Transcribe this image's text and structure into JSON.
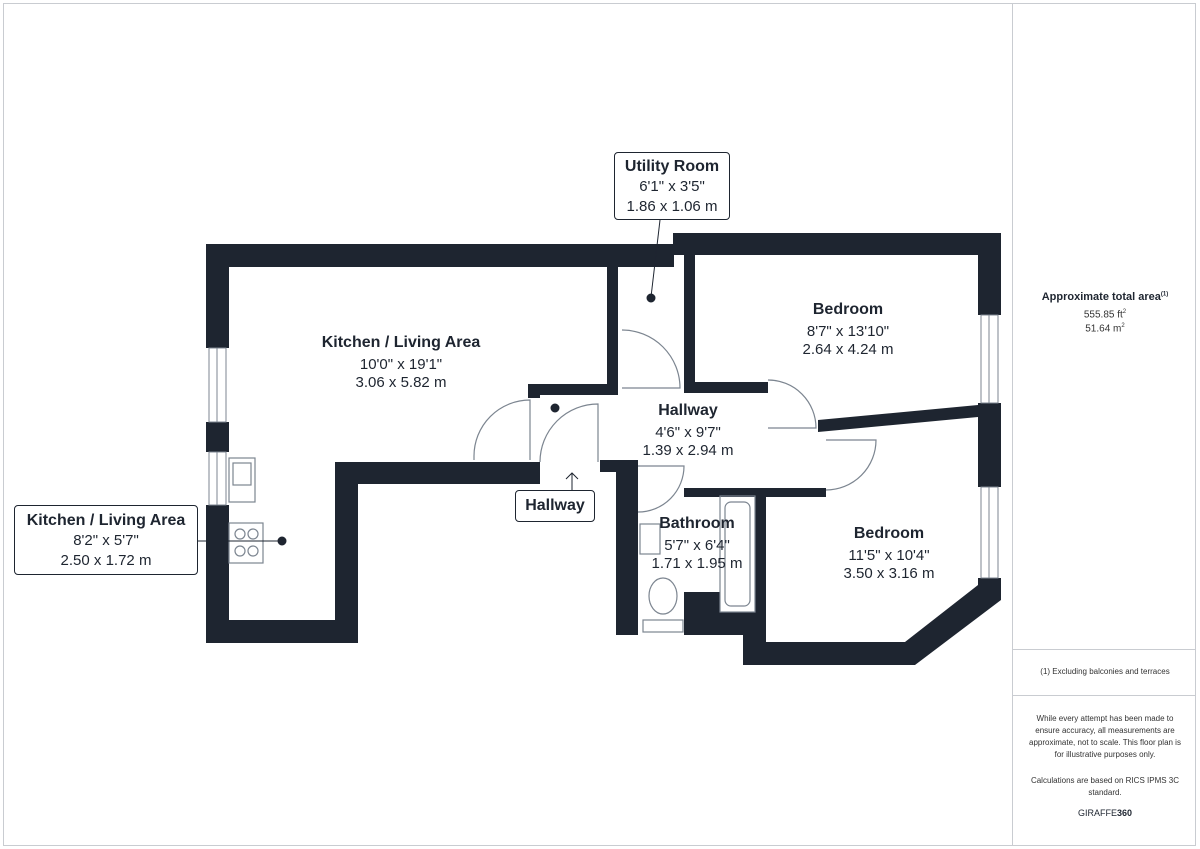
{
  "rooms": {
    "kitchen_main": {
      "name": "Kitchen / Living Area",
      "imperial": "10'0\" x 19'1\"",
      "metric": "3.06 x 5.82 m"
    },
    "kitchen_small": {
      "name": "Kitchen / Living Area",
      "imperial": "8'2\" x 5'7\"",
      "metric": "2.50 x 1.72 m"
    },
    "utility": {
      "name": "Utility Room",
      "imperial": "6'1\" x 3'5\"",
      "metric": "1.86 x 1.06 m"
    },
    "bedroom_top": {
      "name": "Bedroom",
      "imperial": "8'7\" x 13'10\"",
      "metric": "2.64 x 4.24 m"
    },
    "hallway_main": {
      "name": "Hallway",
      "imperial": "4'6\" x 9'7\"",
      "metric": "1.39 x 2.94 m"
    },
    "hallway_small": {
      "name": "Hallway"
    },
    "bathroom": {
      "name": "Bathroom",
      "imperial": "5'7\" x 6'4\"",
      "metric": "1.71 x 1.95 m"
    },
    "bedroom_bottom": {
      "name": "Bedroom",
      "imperial": "11'5\" x 10'4\"",
      "metric": "3.50 x 3.16 m"
    }
  },
  "sidebar": {
    "area_title": "Approximate total area",
    "area_note_marker": "(1)",
    "area_ft": "555.85 ft",
    "area_m": "51.64 m",
    "unit_power": "2",
    "footnote": "(1) Excluding balconies and terraces",
    "disclaimer": "While every attempt has been made to ensure accuracy, all measurements are approximate, not to scale. This floor plan is for illustrative purposes only.",
    "calc_note": "Calculations are based on RICS IPMS 3C standard.",
    "brand_a": "GIRAFFE",
    "brand_b": "360"
  },
  "colors": {
    "wall": "#1e2530",
    "fixture_stroke": "#7c8590",
    "background": "#ffffff"
  }
}
